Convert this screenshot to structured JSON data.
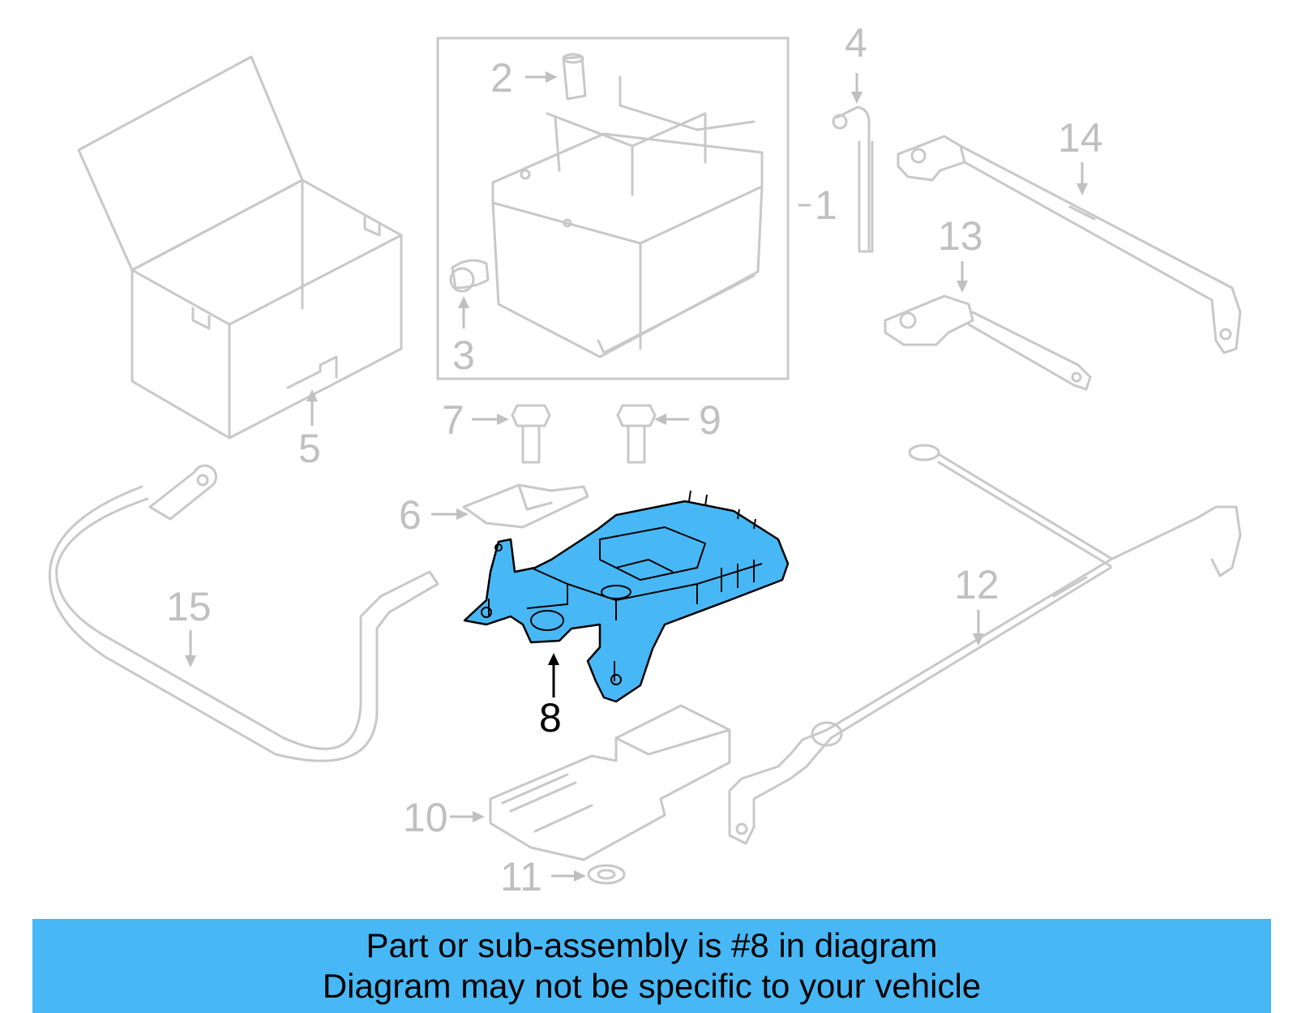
{
  "highlighted_part": "8",
  "colors": {
    "highlight": "#47b8f5",
    "banner_background": "#47b8f5",
    "muted_part": "#c8c8c8",
    "callout_text": "#c0c0c0"
  },
  "callouts": {
    "c1": "1",
    "c2": "2",
    "c3": "3",
    "c4": "4",
    "c5": "5",
    "c6": "6",
    "c7": "7",
    "c8": "8",
    "c9": "9",
    "c10": "10",
    "c11": "11",
    "c12": "12",
    "c13": "13",
    "c14": "14",
    "c15": "15"
  },
  "banner": {
    "line1": "Part or sub-assembly is #8 in diagram",
    "line2": "Diagram may not be specific to your vehicle"
  }
}
